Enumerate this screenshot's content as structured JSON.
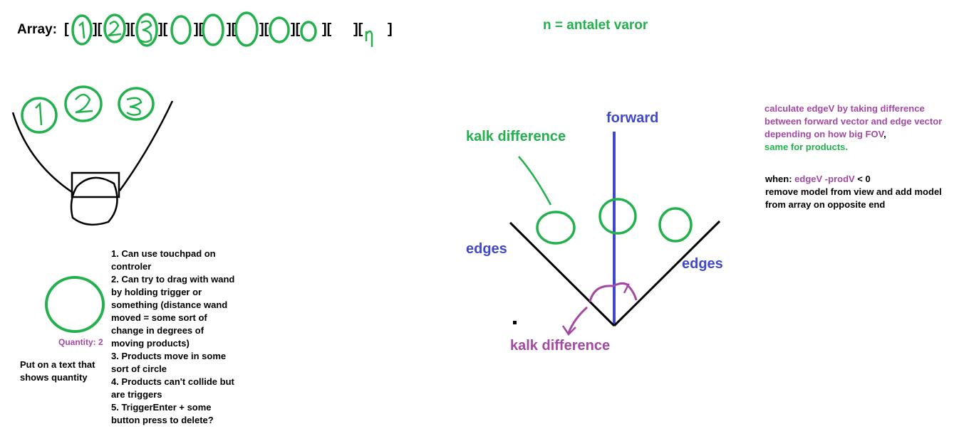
{
  "array_label": "Array:",
  "array_cells": [
    "1",
    "2",
    "3",
    "",
    "",
    "",
    "",
    "",
    "",
    "n"
  ],
  "n_label": "n = antalet varor",
  "quantity_label": "Quantity: 2",
  "put_text": "Put on a text that shows quantity",
  "notes": [
    "1. Can use touchpad on controler",
    "2. Can try to drag with wand by holding trigger or something (distance wand moved = some sort of change in degrees of moving products)",
    "3. Products move in some sort of circle",
    "4. Products can't collide but are triggers",
    "5. TriggerEnter + some button press to delete?"
  ],
  "forward_label": "forward",
  "kalk_top_label": "kalk difference",
  "edges_left_label": "edges",
  "edges_right_label": "edges",
  "kalk_bottom_label": "kalk difference",
  "calc": {
    "line1": "calculate edgeV by taking difference between forward vector and edge vector depending on how big FOV",
    "comma": ",",
    "line2": "same for products."
  },
  "when": {
    "prefix": "when: ",
    "expr": "edgeV -prodV",
    "suffix": " < 0",
    "line2": "remove model from view and add model from array on opposite end"
  },
  "colors": {
    "green": "#22b14c",
    "blue": "#3f48cc",
    "purple": "#a349a4",
    "black": "#000000"
  }
}
